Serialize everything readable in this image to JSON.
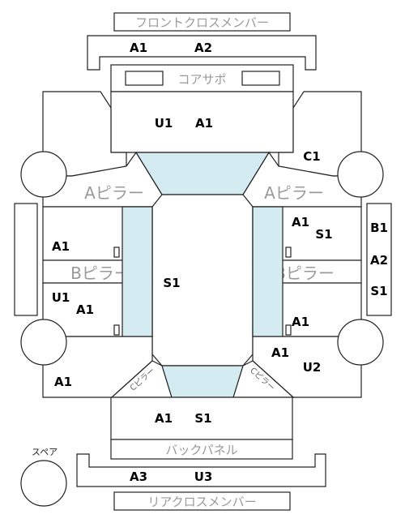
{
  "labels": {
    "front_cross_member": "フロントクロスメンバー",
    "core_support": "コアサポ",
    "a_pillar_left": "Aピラー",
    "a_pillar_right": "Aピラー",
    "b_pillar_left": "Bピラー",
    "b_pillar_right": "Bピラー",
    "back_panel": "バックパネル",
    "rear_cross_member": "リアクロスメンバー",
    "spare": "スペア",
    "c_pillar_left": "Cピラー",
    "c_pillar_right": "Cピラー"
  },
  "codes": {
    "front_a1": "A1",
    "front_a2": "A2",
    "hood_u1": "U1",
    "hood_a1": "A1",
    "fender_r_c1": "C1",
    "door_fl_a1": "A1",
    "door_rl_u1": "U1",
    "door_rl_a1": "A1",
    "roof_s1": "S1",
    "door_fr_a1": "A1",
    "door_fr_s1": "S1",
    "door_rr_a1": "A1",
    "quarter_r_a1": "A1",
    "quarter_r_u2": "U2",
    "quarter_l_a1": "A1",
    "trunk_a1": "A1",
    "trunk_s1": "S1",
    "rear_a3": "A3",
    "rear_u3": "U3",
    "step_b1": "B1",
    "step_a2": "A2",
    "step_s1": "S1"
  }
}
